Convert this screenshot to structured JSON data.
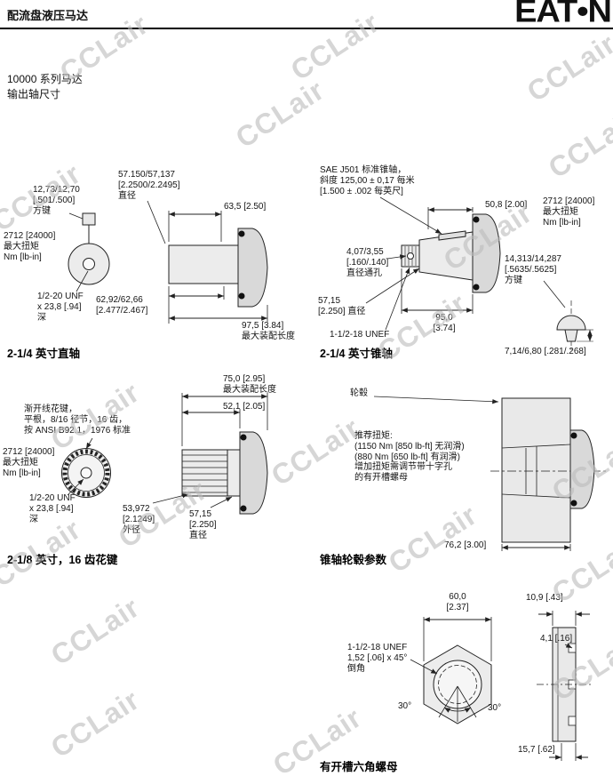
{
  "watermark": "CCLair",
  "header": {
    "title": "配流盘液压马达",
    "logo": "EAT•N",
    "subtitle1": "10000 系列马达",
    "subtitle2": "输出轴尺寸"
  },
  "straight_shaft": {
    "title": "2-1/4 英寸直轴",
    "dia_label": "57.150/57,137\n[2.2500/2.2495]\n直径",
    "key_label": "12,73/12,70\n[.501/.500]\n方键",
    "len1": "63,5 [2.50]",
    "torque": "2712 [24000]\n最大扭矩\nNm [lb-in]",
    "thread": "1/2-20 UNF\nx 23,8 [.94]\n深",
    "len2": "62,92/62,66\n[2.477/2.467]",
    "assembly": "97,5 [3.84]\n最大装配长度"
  },
  "taper_shaft": {
    "title": "2-1/4 英寸锥轴",
    "sae": "SAE J501 标准锥轴，\n斜度 125,00 ± 0,17 每米\n[1.500 ± .002 每英尺]",
    "len1": "50,8 [2.00]",
    "torque": "2712 [24000]\n最大扭矩\nNm [lb-in]",
    "hole": "4,07/3,55\n[.160/.140]\n直径通孔",
    "key": "14,313/14,287\n[.5635/.5625]\n方键",
    "dia": "57,15\n[2.250] 直径",
    "thread": "1-1/2-18 UNEF",
    "len2": "95,0\n[3.74]",
    "key_h": "7,14/6,80 [.281/.268]"
  },
  "spline_shaft": {
    "title": "2-1/8 英寸，16 齿花键",
    "assembly": "75,0 [2.95]\n最大装配长度",
    "len1": "52,1 [2.05]",
    "spline_spec": "渐开线花键，\n平根，8/16 径节，16 齿，\n按 ANSI B92.1，1976 标准",
    "torque": "2712 [24000]\n最大扭矩\nNm [lb-in]",
    "thread": "1/2-20 UNF\nx 23,8 [.94]\n深",
    "od": "53,972\n[2.1249]\n外径",
    "dia": "57,15\n[2.250]\n直径"
  },
  "hub": {
    "title": "锥轴轮毂参数",
    "hub_label": "轮毂",
    "torque_note": "推荐扭矩:\n(1150 Nm [850 lb-ft] 无润滑)\n(880 Nm [650 lb-ft] 有润滑)\n增加扭矩需调节带十字孔\n的有开槽螺母",
    "width": "76,2 [3.00]"
  },
  "nut": {
    "title": "有开槽六角螺母",
    "af": "60,0\n[2.37]",
    "thick": "10,9 [.43]",
    "slot_w": "4,1 [.16]",
    "thread": "1-1/2-18 UNEF\n1,52 [.06] x 45°\n倒角",
    "ang1": "30°",
    "ang2": "30°",
    "slot_d": "15,7 [.62]"
  }
}
